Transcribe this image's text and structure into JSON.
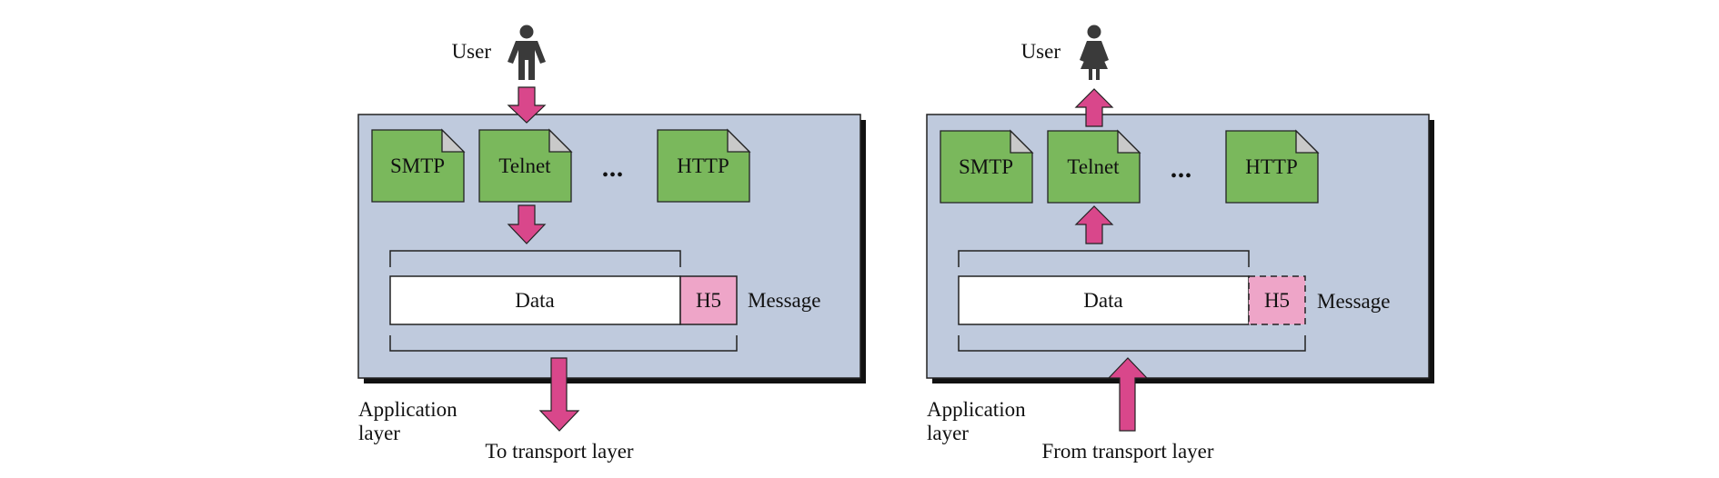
{
  "colors": {
    "panel": "#bfcadd",
    "panel_shadow": "#111111",
    "protocol_fill": "#7ab85c",
    "protocol_fold": "#c9c9c9",
    "arrow": "#d9478b",
    "header_fill": "#eea5c8",
    "data_fill": "#ffffff",
    "person": "#3a3a3a"
  },
  "icons": {
    "sender_user": "male-user-icon",
    "receiver_user": "female-user-icon"
  },
  "left": {
    "user_label": "User",
    "protocols": [
      "SMTP",
      "Telnet",
      "HTTP"
    ],
    "ellipsis": "•••",
    "data_label": "Data",
    "header_label": "H5",
    "message_label": "Message",
    "layer_label_line1": "Application",
    "layer_label_line2": "layer",
    "transport_label": "To transport layer"
  },
  "right": {
    "user_label": "User",
    "protocols": [
      "SMTP",
      "Telnet",
      "HTTP"
    ],
    "ellipsis": "•••",
    "data_label": "Data",
    "header_label": "H5",
    "message_label": "Message",
    "layer_label_line1": "Application",
    "layer_label_line2": "layer",
    "transport_label": "From transport layer"
  }
}
